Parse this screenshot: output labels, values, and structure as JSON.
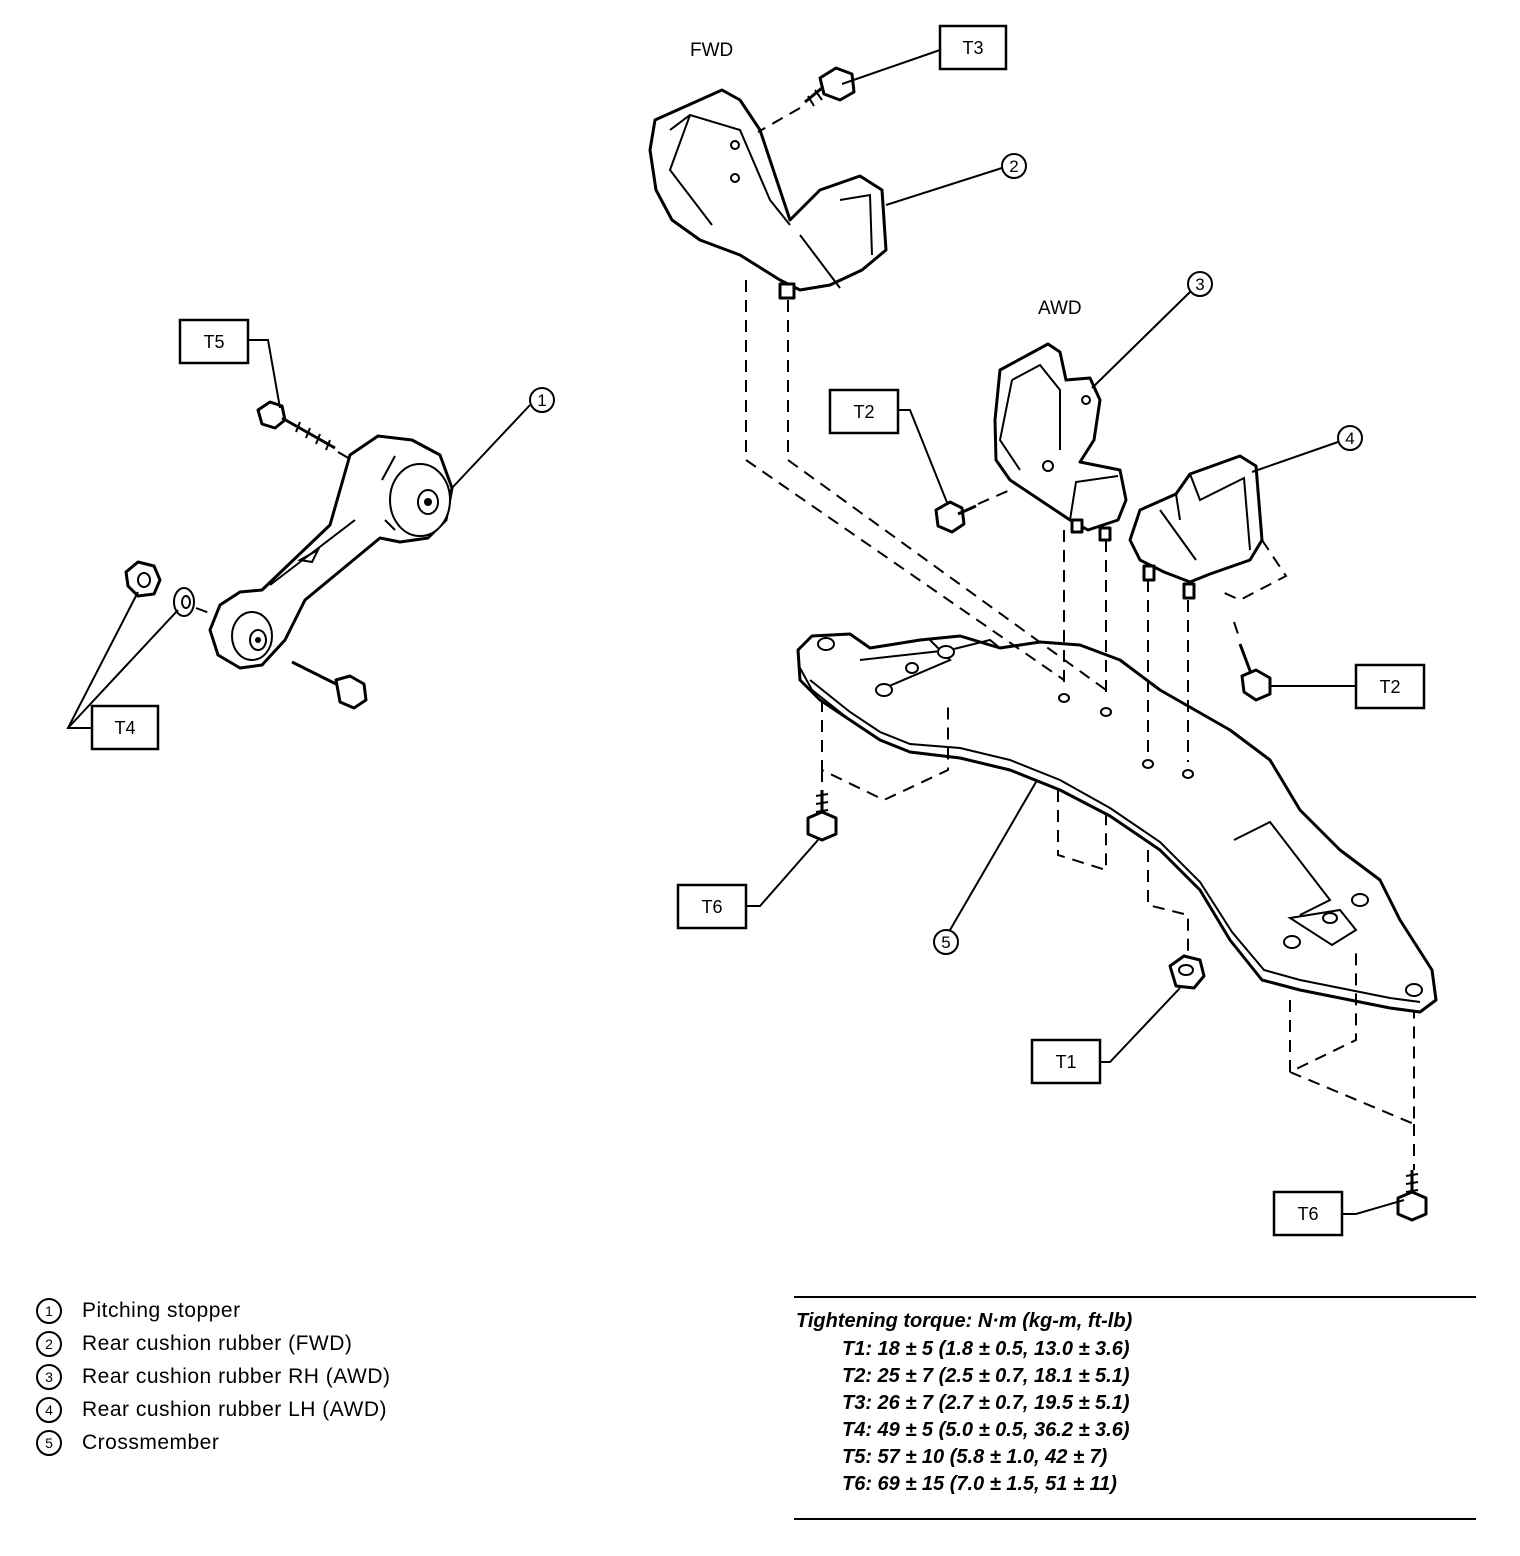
{
  "labels": {
    "fwd": "FWD",
    "awd": "AWD"
  },
  "callouts": {
    "t1": "T1",
    "t2": "T2",
    "t3": "T3",
    "t4": "T4",
    "t5": "T5",
    "t6": "T6"
  },
  "part_numbers": [
    "1",
    "2",
    "3",
    "4",
    "5"
  ],
  "legend": [
    {
      "num": "1",
      "text": "Pitching stopper"
    },
    {
      "num": "2",
      "text": "Rear cushion rubber (FWD)"
    },
    {
      "num": "3",
      "text": "Rear cushion rubber RH (AWD)"
    },
    {
      "num": "4",
      "text": "Rear cushion rubber LH (AWD)"
    },
    {
      "num": "5",
      "text": "Crossmember"
    }
  ],
  "torque": {
    "title": "Tightening torque: N·m (kg-m, ft-lb)",
    "rows": [
      "T1: 18 ± 5 (1.8 ± 0.5, 13.0 ± 3.6)",
      "T2: 25 ± 7 (2.5 ± 0.7, 18.1 ± 5.1)",
      "T3: 26 ± 7 (2.7 ± 0.7, 19.5 ± 5.1)",
      "T4: 49 ± 5 (5.0 ± 0.5, 36.2 ± 3.6)",
      "T5: 57 ± 10 (5.8 ± 1.0, 42 ± 7)",
      "T6: 69 ± 15 (7.0 ± 1.5, 51 ± 11)"
    ]
  }
}
